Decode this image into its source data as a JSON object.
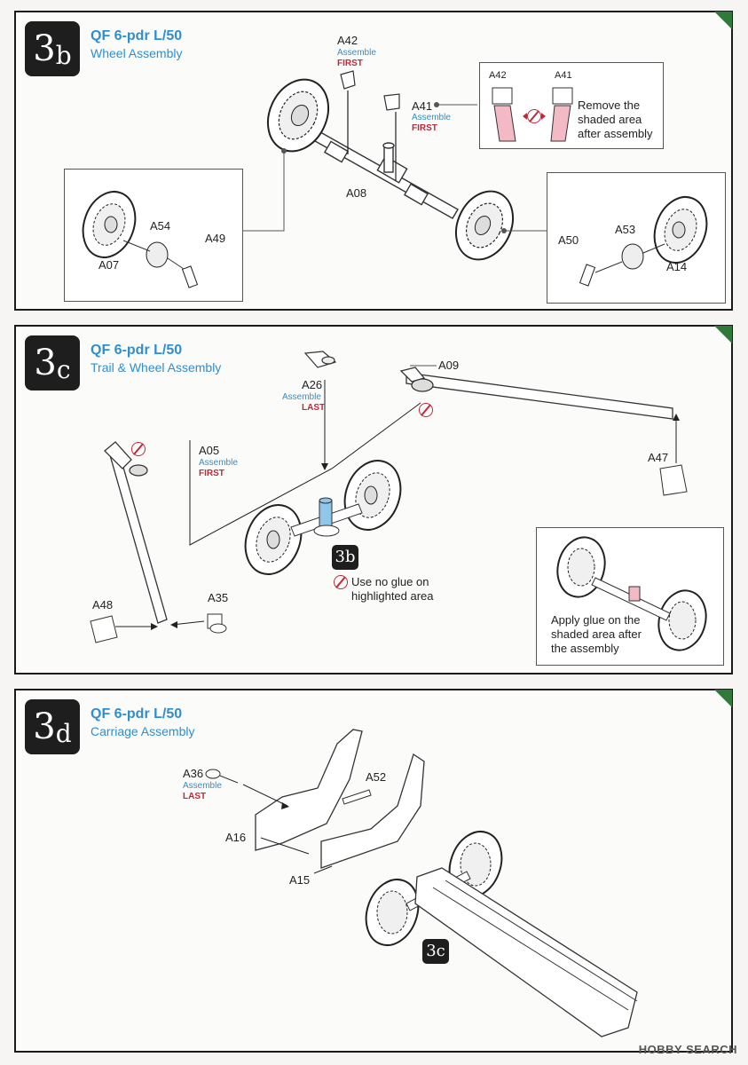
{
  "steps": [
    {
      "id": "3b",
      "number": "3",
      "letter": "b",
      "title": "QF 6-pdr L/50",
      "subtitle": "Wheel Assembly",
      "labels": {
        "a42": "A42",
        "a41": "A41",
        "a08": "A08",
        "a54": "A54",
        "a49": "A49",
        "a07": "A07",
        "a50": "A50",
        "a53": "A53",
        "a14": "A14",
        "detail_a42": "A42",
        "detail_a41": "A41"
      },
      "assemble_text": "Assemble",
      "first_text": "FIRST",
      "note": "Remove the shaded area after assembly"
    },
    {
      "id": "3c",
      "number": "3",
      "letter": "c",
      "title": "QF 6-pdr L/50",
      "subtitle": "Trail & Wheel Assembly",
      "labels": {
        "a26": "A26",
        "a09": "A09",
        "a05": "A05",
        "a47": "A47",
        "a48": "A48",
        "a35": "A35"
      },
      "assemble_text": "Assemble",
      "last_text": "LAST",
      "first_text": "FIRST",
      "ref_badge": "3b",
      "no_glue_note": "Use no glue on highlighted area",
      "glue_note": "Apply glue on the shaded area after the assembly"
    },
    {
      "id": "3d",
      "number": "3",
      "letter": "d",
      "title": "QF 6-pdr L/50",
      "subtitle": "Carriage Assembly",
      "labels": {
        "a36": "A36",
        "a52": "A52",
        "a16": "A16",
        "a15": "A15"
      },
      "assemble_text": "Assemble",
      "last_text": "LAST",
      "ref_badge": "3c"
    }
  ],
  "watermark": "HOBBY SEARCH",
  "colors": {
    "accent_blue": "#2f8ed0",
    "order_red": "#c0283b",
    "corner_green": "#2f7a3a",
    "highlight_blue": "#8fc6ea",
    "shade_pink": "#f3b9c4"
  }
}
